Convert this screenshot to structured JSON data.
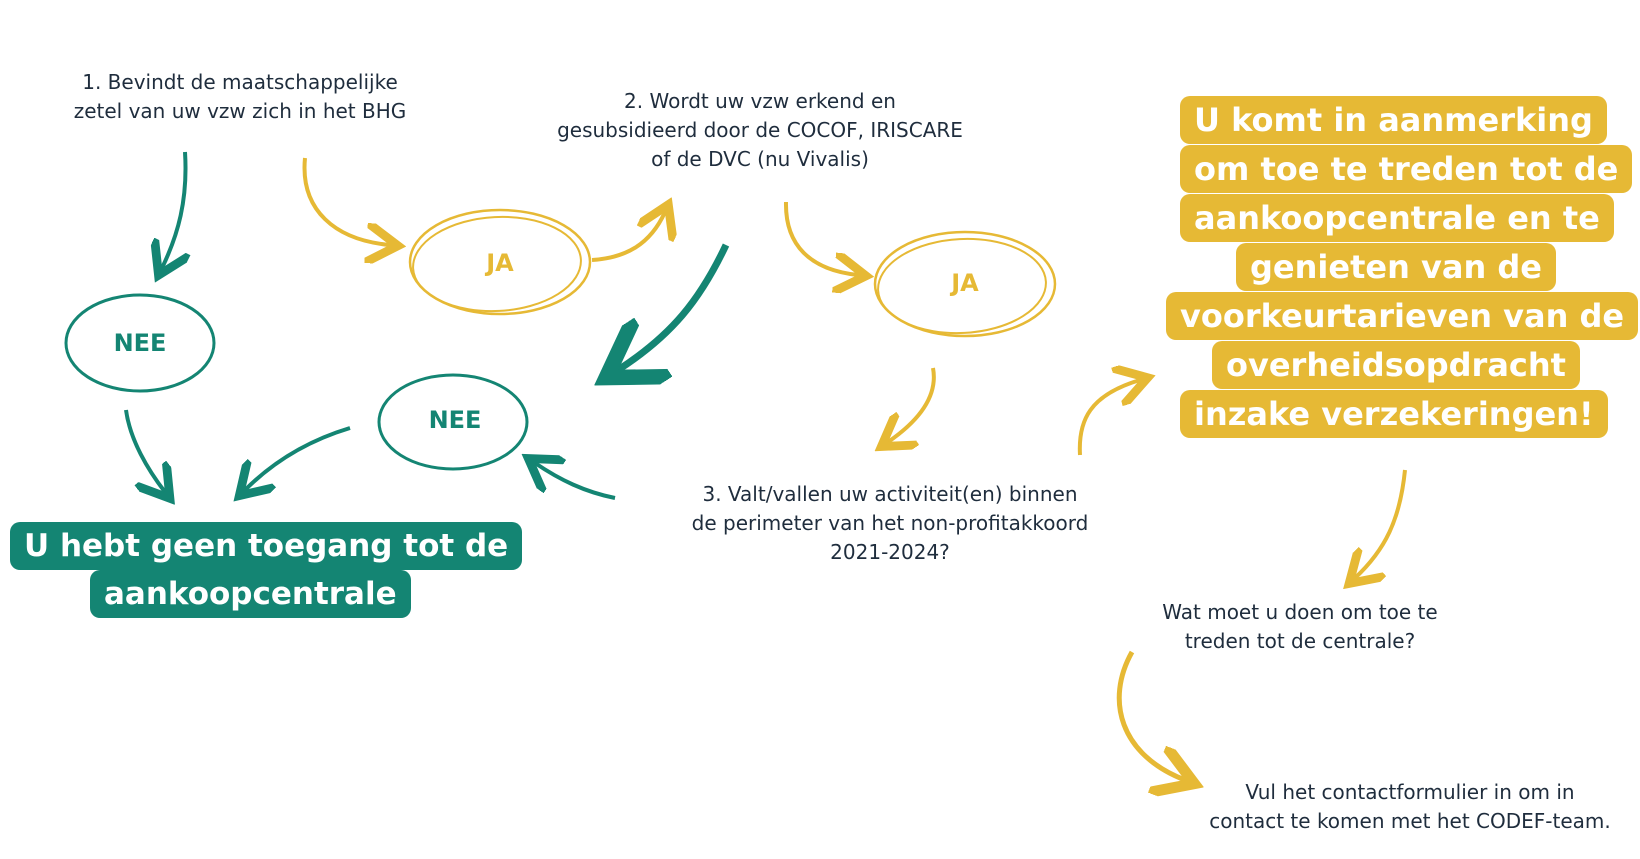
{
  "questions": {
    "q1": [
      "1. Bevindt de maatschappelijke",
      "zetel van uw vzw zich in het BHG"
    ],
    "q2": [
      "2. Wordt uw vzw erkend en",
      "gesubsidieerd door de COCOF, IRISCARE",
      "of de DVC (nu Vivalis)"
    ],
    "q3": [
      "3. Valt/vallen uw activiteit(en) binnen",
      "de perimeter van het non-profitakkoord",
      "2021-2024?"
    ],
    "q4": [
      "Wat moet u doen om toe te",
      "treden tot de centrale?"
    ],
    "q5": [
      "Vul het contactformulier in om in",
      "contact te komen met het CODEF-team."
    ]
  },
  "answers": {
    "ja": "JA",
    "nee": "NEE"
  },
  "outcomes": {
    "no_access": [
      "U hebt geen toegang tot de",
      "aankoopcentrale"
    ],
    "eligible": [
      "U komt in aanmerking",
      "om toe te treden tot de",
      "aankoopcentrale en te",
      "genieten van de",
      "voorkeurtarieven van de",
      "overheidsopdracht",
      "inzake verzekeringen!"
    ]
  },
  "colors": {
    "green": "#148573",
    "gold": "#e6b935",
    "text": "#1f2d3d"
  }
}
